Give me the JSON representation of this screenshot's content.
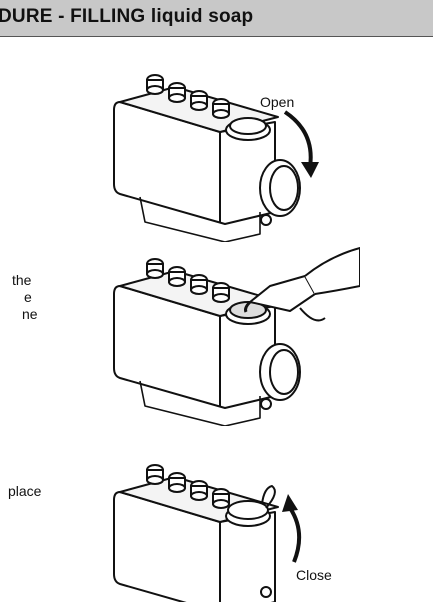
{
  "header": {
    "title": "DURE - FILLING liquid soap"
  },
  "steps": [
    {
      "label": "Open",
      "text_fragments": []
    },
    {
      "label": "",
      "text_fragments": [
        "the",
        "e",
        "ne"
      ]
    },
    {
      "label": "Close",
      "text_fragments": [
        "place"
      ]
    }
  ]
}
